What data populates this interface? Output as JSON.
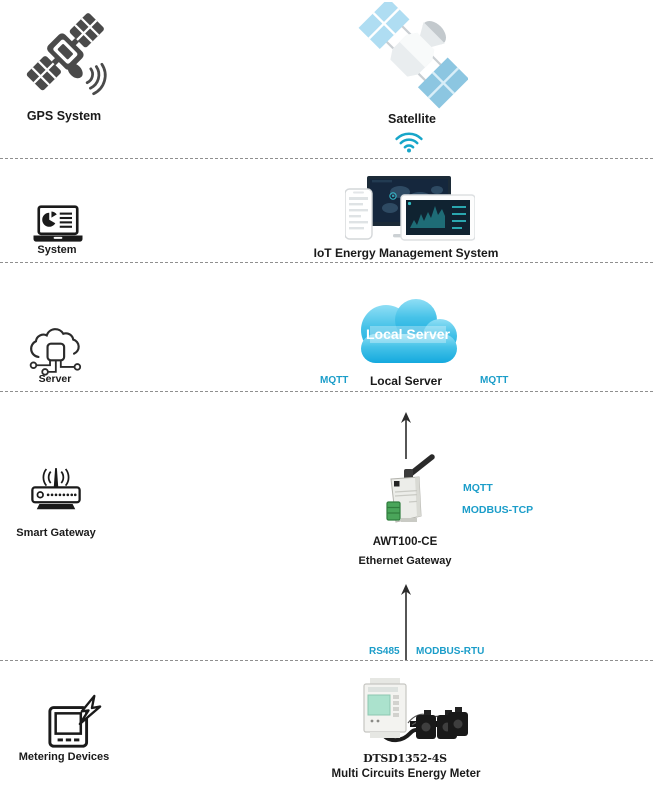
{
  "colors": {
    "accent_teal": "#1b9dc9",
    "icon_dark_gray": "#4a4a4a",
    "text": "#1a1a1a",
    "cloud_blue_top": "#8fdef5",
    "cloud_blue_bottom": "#14a9de"
  },
  "layers": {
    "satellite": {
      "left_label": "GPS System",
      "center_label": "Satellite"
    },
    "platform": {
      "left_label": "System",
      "center_label": "IoT Energy Management System"
    },
    "server": {
      "left_label": "Server",
      "cloud_text": "Local Server",
      "caption": "Local Server",
      "mqtt_left": "MQTT",
      "mqtt_right": "MQTT"
    },
    "gateway": {
      "left_label": "Smart Gateway",
      "protocol_mqtt": "MQTT",
      "protocol_modbus_tcp": "MODBUS-TCP",
      "model": "AWT100-CE",
      "caption": "Ethernet Gateway"
    },
    "metering": {
      "left_label": "Metering Devices",
      "bus_rs485": "RS485",
      "bus_modbus_rtu": "MODBUS-RTU",
      "model": "DTSD1352-4S",
      "caption": "Multi Circuits Energy Meter"
    }
  }
}
